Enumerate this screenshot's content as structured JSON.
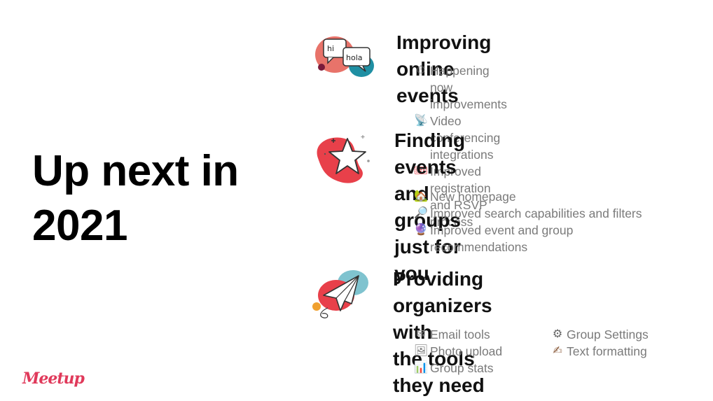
{
  "headline": {
    "line1": "Up next in",
    "line2": "2021"
  },
  "logo": {
    "text": "Meetup"
  },
  "sections": [
    {
      "title": "Improving online events",
      "bubble_text_1": "hi",
      "bubble_text_2": "hola",
      "items": [
        {
          "icon": "stopwatch-icon",
          "glyph": "⏱",
          "label": "Happening now improvements"
        },
        {
          "icon": "satellite-dish-icon",
          "glyph": "📡",
          "label": "Video conferencing integrations"
        },
        {
          "icon": "ticket-icon",
          "glyph": "🎟",
          "label": "Improved registration and RSVP process"
        }
      ]
    },
    {
      "title_line1": "Finding events and groups",
      "title_line2": "just for you",
      "items": [
        {
          "icon": "house-icon",
          "glyph": "🏡",
          "label": "New homepage"
        },
        {
          "icon": "magnifier-icon",
          "glyph": "🔎",
          "label": "Improved search capabilities and filters"
        },
        {
          "icon": "crystal-ball-icon",
          "glyph": "🔮",
          "label": "Improved event and group recommendations"
        }
      ]
    },
    {
      "title_line1": "Providing organizers with",
      "title_line2": "the tools they need",
      "items": [
        {
          "icon": "envelope-icon",
          "glyph": "✉",
          "label": "Email tools"
        },
        {
          "icon": "gear-icon",
          "glyph": "⚙",
          "label": "Group Settings"
        },
        {
          "icon": "photo-icon",
          "glyph": "🖼",
          "label": "Photo upload"
        },
        {
          "icon": "writing-hand-icon",
          "glyph": "✍",
          "label": "Text formatting"
        },
        {
          "icon": "bar-chart-icon",
          "glyph": "📊",
          "label": "Group stats"
        }
      ]
    }
  ],
  "colors": {
    "coral": "#e8736a",
    "teal": "#1f8fa3",
    "red": "#e8404a",
    "light_teal": "#7fc3cf",
    "logo": "#e0395a"
  }
}
